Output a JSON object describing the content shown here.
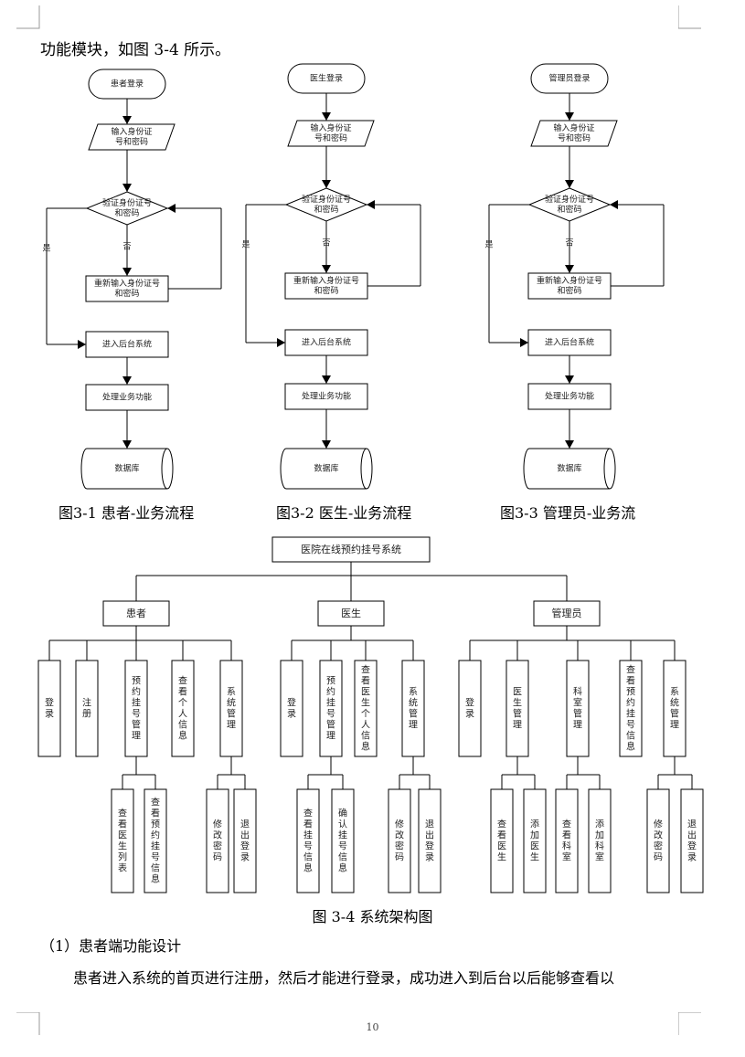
{
  "intro_text": "功能模块，如图 3-4 所示。",
  "flowcharts": [
    {
      "start": "患者登录",
      "caption": "图3-1 患者-业务流程"
    },
    {
      "start": "医生登录",
      "caption": "图3-2  医生-业务流程"
    },
    {
      "start": "管理员登录",
      "caption": "图3-3  管理员-业务流"
    }
  ],
  "flow_steps": {
    "input": [
      "输入身份证",
      "号和密码"
    ],
    "verify": [
      "验证身份证号",
      "和密码"
    ],
    "reinput": [
      "重新输入身份证号",
      "和密码"
    ],
    "enter": "进入后台系统",
    "process": "处理业务功能",
    "db": "数据库",
    "yes": "是",
    "no": "否"
  },
  "arch": {
    "root": "医院在线预约挂号系统",
    "roles": [
      {
        "name": "患者",
        "modules": [
          "登录",
          "注册",
          "预约挂号管理",
          "查看个人信息",
          "系统管理"
        ],
        "subs": [
          {
            "parent": 2,
            "items": [
              "查看医生列表",
              "查看预约挂号信息"
            ]
          },
          {
            "parent": 4,
            "items": [
              "修改密码",
              "退出登录"
            ]
          }
        ]
      },
      {
        "name": "医生",
        "modules": [
          "登录",
          "预约挂号管理",
          "查看医生个人信息",
          "系统管理"
        ],
        "subs": [
          {
            "parent": 1,
            "items": [
              "查看挂号信息",
              "确认挂号信息"
            ]
          },
          {
            "parent": 3,
            "items": [
              "修改密码",
              "退出登录"
            ]
          }
        ]
      },
      {
        "name": "管理员",
        "modules": [
          "登录",
          "医生管理",
          "科室管理",
          "查看预约挂号信息",
          "系统管理"
        ],
        "subs": [
          {
            "parent": 1,
            "items": [
              "查看医生",
              "添加医生"
            ]
          },
          {
            "parent": 2,
            "items": [
              "查看科室",
              "添加科室"
            ]
          },
          {
            "parent": 4,
            "items": [
              "修改密码",
              "退出登录"
            ]
          }
        ]
      }
    ],
    "caption": "图 3-4  系统架构图"
  },
  "section_heading": "（1）患者端功能设计",
  "paragraph": "患者进入系统的首页进行注册，然后才能进行登录，成功进入到后台以后能够查看以",
  "page_number": "10"
}
